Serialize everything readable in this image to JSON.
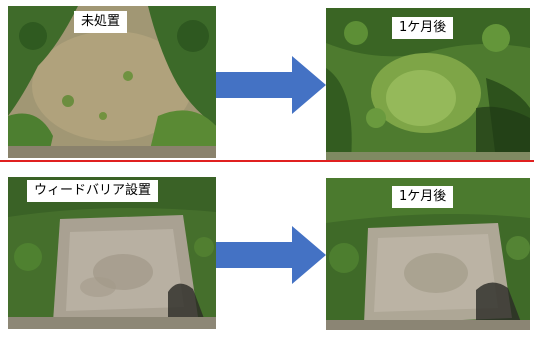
{
  "panels": {
    "before_top": {
      "label": "未処置"
    },
    "after_top": {
      "label": "1ケ月後"
    },
    "before_bottom": {
      "label": "ウィードバリア設置"
    },
    "after_bottom": {
      "label": "1ケ月後"
    }
  },
  "colors": {
    "arrow": "#4472c4",
    "divider": "#e02020"
  },
  "icons": {
    "arrow": "right-arrow-icon"
  }
}
